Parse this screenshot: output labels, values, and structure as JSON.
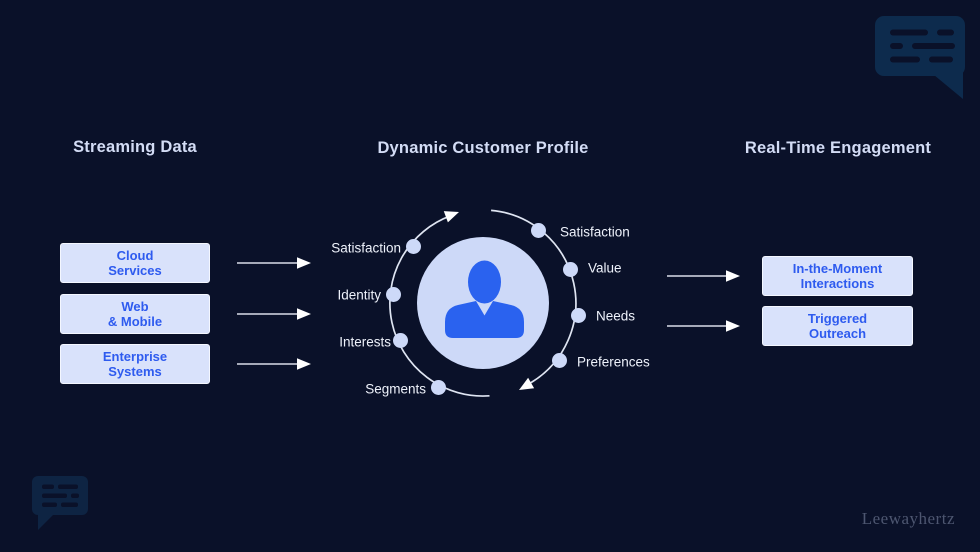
{
  "watermark": "Leewayhertz",
  "streaming": {
    "heading": "Streaming Data",
    "boxes": [
      {
        "line1": "Cloud",
        "line2": "Services"
      },
      {
        "line1": "Web",
        "line2": "& Mobile"
      },
      {
        "line1": "Enterprise",
        "line2": "Systems"
      }
    ]
  },
  "profile": {
    "heading": "Dynamic Customer Profile",
    "left_attributes": [
      "Satisfaction",
      "Identity",
      "Interests",
      "Segments"
    ],
    "right_attributes": [
      "Satisfaction",
      "Value",
      "Needs",
      "Preferences"
    ]
  },
  "engagement": {
    "heading": "Real-Time Engagement",
    "boxes": [
      {
        "line1": "In-the-Moment",
        "line2": "Interactions"
      },
      {
        "line1": "Triggered",
        "line2": "Outreach"
      }
    ]
  },
  "icons": {
    "center": "person-icon",
    "top_right": "chat-bubble-icon",
    "bottom_left": "chat-bubble-icon",
    "flow": "clockwise-cycle-arrows"
  },
  "colors": {
    "background": "#0a1129",
    "heading_text": "#d3dcf5",
    "box_fill": "#d9e2fb",
    "box_border": "#f4f7ff",
    "box_text": "#2e5bef",
    "person_blue": "#2a62ef",
    "circle_fill": "#cdd9f8",
    "dot_fill": "#cdd9f8",
    "label_text": "#eef2fb",
    "arrow": "#e6eaf4",
    "watermark_text": "#4d5670",
    "chat_icon_top_right": "#0d2b4d",
    "chat_icon_bottom_left": "#0e2443"
  }
}
